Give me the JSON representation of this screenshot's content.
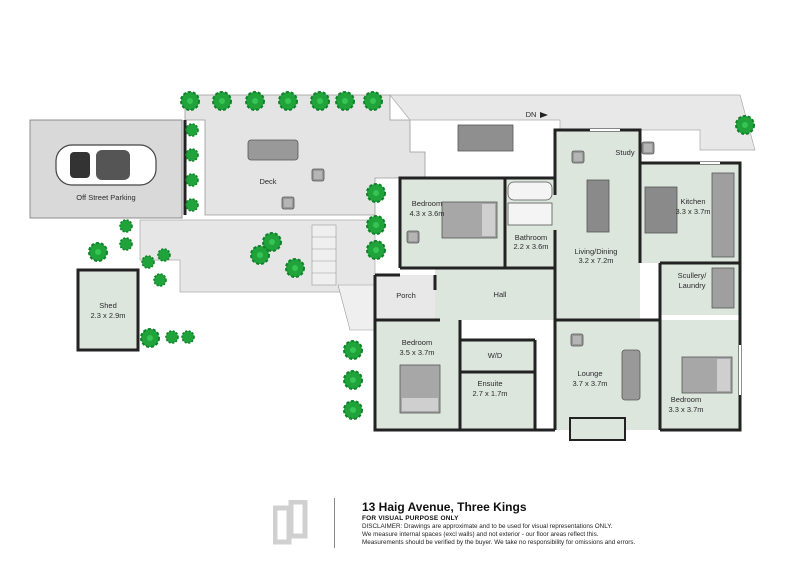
{
  "address": "13 Haig Avenue, Three Kings",
  "purpose_note": "FOR VISUAL PURPOSE ONLY",
  "disclaimer": {
    "line1": "DISCLAIMER: Drawings are approximate and to be used for visual representations ONLY.",
    "line2": "We measure internal spaces (excl walls) and not exterior - our floor areas reflect this.",
    "line3": "Measurements should be verified by the buyer. We take no responsibility for omissions and errors."
  },
  "rooms": {
    "parking": {
      "name": "Off Street Parking"
    },
    "deck": {
      "name": "Deck"
    },
    "bedroom1": {
      "name": "Bedroom",
      "size": "4.3 x 3.6m"
    },
    "bathroom": {
      "name": "Bathroom",
      "size": "2.2 x 3.6m"
    },
    "living": {
      "name": "Living/Dining",
      "size": "3.2 x 7.2m"
    },
    "study": {
      "name": "Study"
    },
    "kitchen": {
      "name": "Kitchen",
      "size": "3.3 x 3.7m"
    },
    "scullery_a": {
      "name": "Scullery/"
    },
    "scullery_b": {
      "name": "Laundry"
    },
    "porch": {
      "name": "Porch"
    },
    "hall": {
      "name": "Hall"
    },
    "shed": {
      "name": "Shed",
      "size": "2.3 x 2.9m"
    },
    "bedroom2": {
      "name": "Bedroom",
      "size": "3.5 x 3.7m"
    },
    "wd": {
      "name": "W/D"
    },
    "ensuite": {
      "name": "Ensuite",
      "size": "2.7 x 1.7m"
    },
    "lounge": {
      "name": "Lounge",
      "size": "3.7 x 3.7m"
    },
    "bedroom3": {
      "name": "Bedroom",
      "size": "3.3 x 3.7m"
    }
  },
  "marks": {
    "door_marker": "DN"
  },
  "colors": {
    "room_fill": "#dde6dd",
    "outdoor_fill": "#d9d9d9",
    "wall": "#222222",
    "tree": "#1fa33a",
    "furniture": "#8c8c8c"
  }
}
